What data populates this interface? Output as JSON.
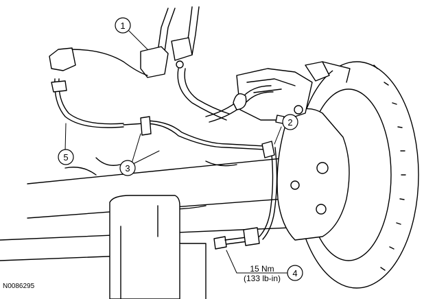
{
  "figure": {
    "id": "N0086295",
    "callouts": [
      "1",
      "2",
      "3",
      "4",
      "5"
    ],
    "torque": {
      "line1": "15 Nm",
      "line2": "(133 lb-in)"
    }
  }
}
